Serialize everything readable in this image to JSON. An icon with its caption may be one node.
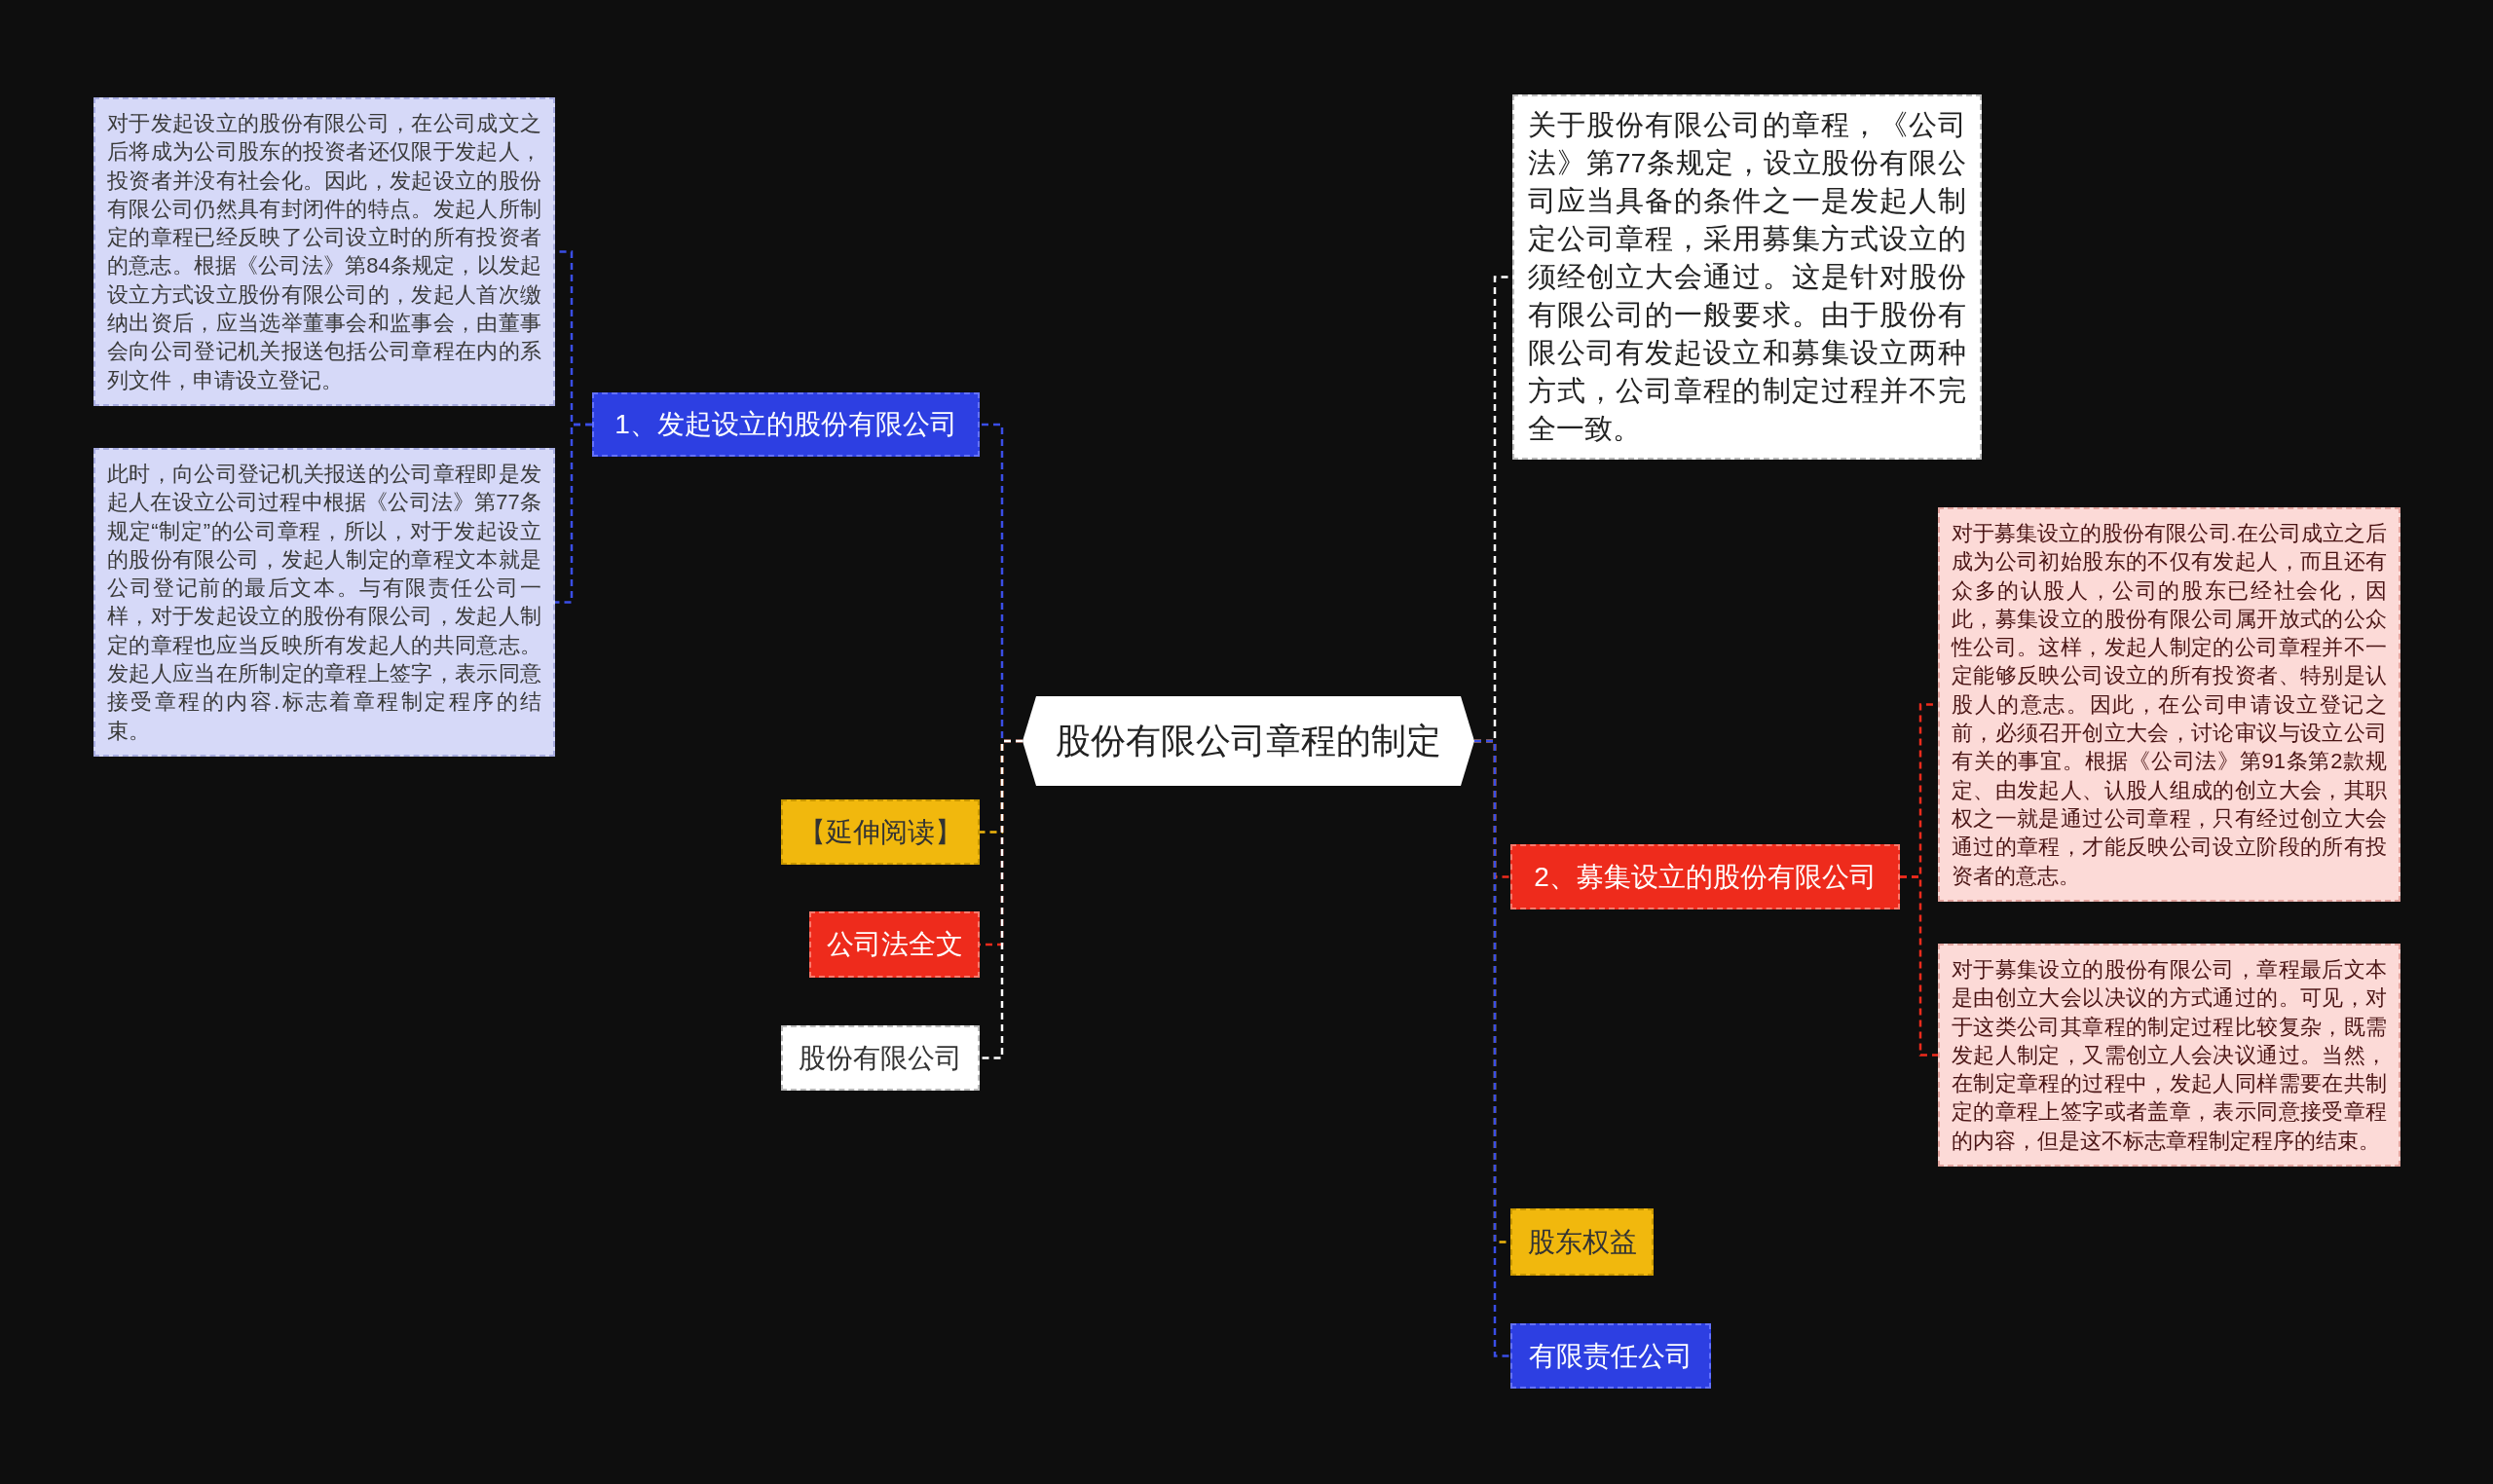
{
  "diagram": {
    "nodes": [
      {
        "text": [
          "股份有限公司章程的制定"
        ]
      },
      {
        "text": [
          "1、发起设立的股份有限公司"
        ]
      },
      {
        "text": [
          "对于发起设立的股份有限公司，在公司成文之后将成为公司股东的投资者还仅限于发起人，投资者并没有社会化。因此，发起设立的股份有限公司仍然具有封闭件的特点。发起人所制定的章程已经反映了公司设立时的所有投资者的意志。根据《公司法》第84条规定，以发起设立方式设立股份有限公司的，发起人首次缴纳出资后，应当选举董事会和监事会，由董事会向公司登记机关报送包括公司章程在内的系列文件，申请设立登记。"
        ]
      },
      {
        "text": [
          "此时，向公司登记机关报送的公司章程即是发起人在设立公司过程中根据《公司法》第77条规定“制定”的公司章程，所以，对于发起设立的股份有限公司，发起人制定的章程文本就是公司登记前的最后文本。与有限责任公司一样，对于发起设立的股份有限公司，发起人制定的章程也应当反映所有发起人的共同意志。发起人应当在所制定的章程上签字，表示同意接受章程的内容.标志着章程制定程序的结束。"
        ]
      },
      {
        "text": [
          "【延伸阅读】"
        ]
      },
      {
        "text": [
          "公司法全文"
        ]
      },
      {
        "text": [
          "股份有限公司"
        ]
      },
      {
        "text": [
          "关于股份有限公司的章程，《公司法》第77条规定，设立股份有限公司应当具备的条件之一是发起人制定公司章程，采用募集方式设立的须经创立大会通过。这是针对股份有限公司的一般要求。由于股份有限公司有发起设立和募集设立两种方式，公司章程的制定过程并不完全一致。"
        ]
      },
      {
        "text": [
          "2、募集设立的股份有限公司"
        ]
      },
      {
        "text": [
          "对于募集设立的股份有限公司.在公司成立之后成为公司初始股东的不仅有发起人，而且还有众多的认股人，公司的股东已经社会化，因此，募集设立的股份有限公司属开放式的公众性公司。这样，发起人制定的公司章程并不一定能够反映公司设立的所有投资者、特别是认股人的意志。因此，在公司申请设立登记之前，必须召开创立大会，讨论审议与设立公司有关的事宜。根据《公司法》第91条第2款规定、由发起人、认股人组成的创立大会，其职权之一就是通过公司章程，只有经过创立大会通过的章程，才能反映公司设立阶段的所有投资者的意志。"
        ]
      },
      {
        "text": [
          "对于募集设立的股份有限公司，章程最后文本是由创立大会以决议的方式通过的。可见，对于这类公司其章程的制定过程比较复杂，既需发起人制定，又需创立人会决议通过。当然，在制定章程的过程中，发起人同样需要在共制定的章程上签字或者盖章，表示同意接受章程的内容，但是这不标志章程制定程序的结束。"
        ]
      },
      {
        "text": [
          "股东权益"
        ]
      },
      {
        "text": [
          "有限责任公司"
        ]
      }
    ],
    "edges": [
      {
        "from": 0,
        "to": 1,
        "arrow": "none",
        "style": "dashed",
        "color": "#3a4ee6"
      },
      {
        "from": 1,
        "to": 2,
        "arrow": "none",
        "style": "dashed",
        "color": "#3a4ee6"
      },
      {
        "from": 1,
        "to": 3,
        "arrow": "none",
        "style": "dashed",
        "color": "#3a4ee6"
      },
      {
        "from": 0,
        "to": 4,
        "arrow": "none",
        "style": "dashed",
        "color": "#f0b60c"
      },
      {
        "from": 0,
        "to": 5,
        "arrow": "none",
        "style": "dashed",
        "color": "#ee2b1c"
      },
      {
        "from": 0,
        "to": 6,
        "arrow": "none",
        "style": "dashed",
        "color": "#ffffff"
      },
      {
        "from": 0,
        "to": 7,
        "arrow": "none",
        "style": "dashed",
        "color": "#ffffff"
      },
      {
        "from": 0,
        "to": 8,
        "arrow": "none",
        "style": "dashed",
        "color": "#ee2b1c"
      },
      {
        "from": 8,
        "to": 9,
        "arrow": "none",
        "style": "dashed",
        "color": "#ee2b1c"
      },
      {
        "from": 8,
        "to": 10,
        "arrow": "none",
        "style": "dashed",
        "color": "#ee2b1c"
      },
      {
        "from": 0,
        "to": 11,
        "arrow": "none",
        "style": "dashed",
        "color": "#f0b60c"
      },
      {
        "from": 0,
        "to": 12,
        "arrow": "none",
        "style": "dashed",
        "color": "#3a4ee6"
      }
    ]
  }
}
